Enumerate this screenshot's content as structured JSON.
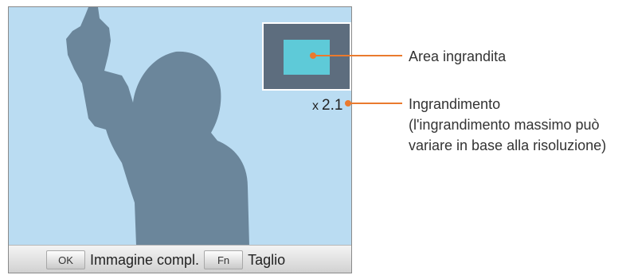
{
  "screen": {
    "zoom_prefix": "x",
    "zoom_value": "2.1",
    "bottom_bar": {
      "ok_key": "OK",
      "ok_label": "Immagine compl.",
      "fn_key": "Fn",
      "fn_label": "Taglio"
    }
  },
  "callouts": {
    "area": "Area ingrandita",
    "zoom_title": "Ingrandimento",
    "zoom_note_line1": "(l'ingrandimento massimo può",
    "zoom_note_line2": "variare in base alla risoluzione)"
  },
  "colors": {
    "screen_background": "#badcf2",
    "silhouette": "#6b869b",
    "thumbnail_frame": "#5d6d7e",
    "thumbnail_area": "#5ecad8",
    "callout_line": "#ea7a2e"
  }
}
